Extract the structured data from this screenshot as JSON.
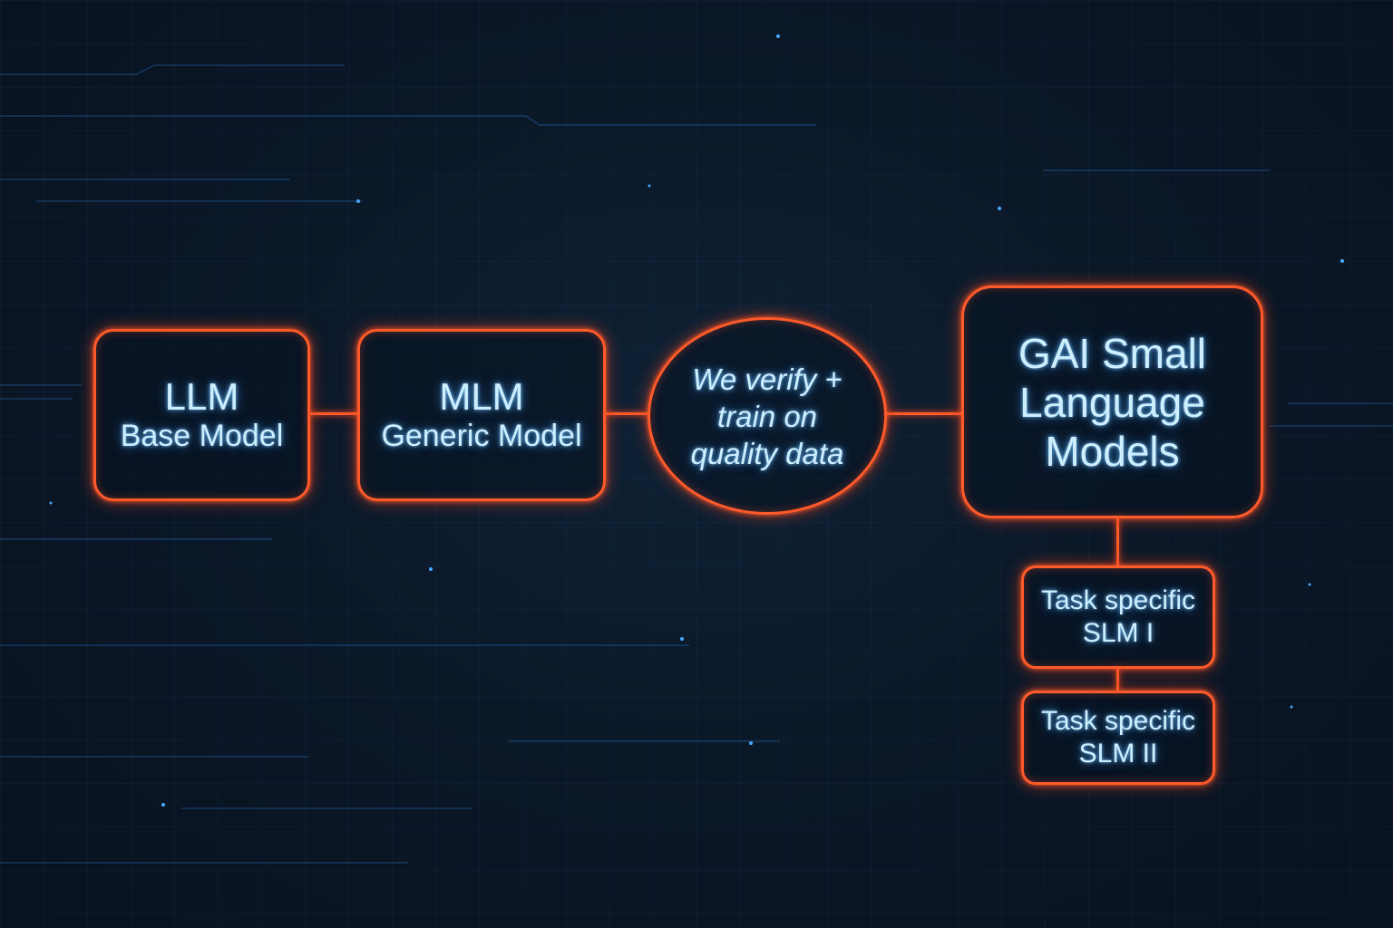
{
  "nodes": {
    "llm": {
      "title": "LLM",
      "subtitle": "Base Model"
    },
    "mlm": {
      "title": "MLM",
      "subtitle": "Generic Model"
    },
    "verify": {
      "line1": "We verify +",
      "line2": "train on",
      "line3": "quality data"
    },
    "gai": {
      "line1": "GAI Small",
      "line2": "Language",
      "line3": "Models"
    },
    "task1": {
      "line1": "Task specific",
      "line2": "SLM I"
    },
    "task2": {
      "line1": "Task specific",
      "line2": "SLM II"
    }
  },
  "colors": {
    "node_border": "#ff5a2a",
    "text": "#cdeeff",
    "background": "#0b1624",
    "accent_lines": "#2a7fd0"
  }
}
